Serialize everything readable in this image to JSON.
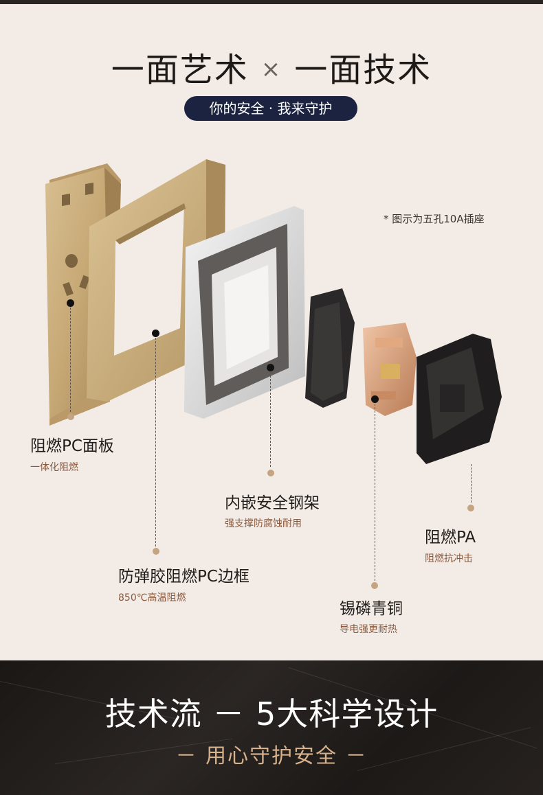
{
  "header": {
    "title_left": "一面艺术",
    "title_sep": "×",
    "title_right": "一面技术",
    "badge": "你的安全 · 我来守护",
    "note": "*   图示为五孔10A插座"
  },
  "parts": [
    {
      "label": "阻燃PC面板",
      "sub": "一体化阻燃"
    },
    {
      "label": "防弹胶阻燃PC边框",
      "sub": "850℃高温阻燃"
    },
    {
      "label": "内嵌安全钢架",
      "sub": "强支撑防腐蚀耐用"
    },
    {
      "label": "锡磷青铜",
      "sub": "导电强更耐热"
    },
    {
      "label": "阻燃PA",
      "sub": "阻燃抗冲击"
    }
  ],
  "footer": {
    "title": "技术流 － 5大科学设计",
    "subtitle": "－  用心守护安全  －"
  },
  "colors": {
    "background": "#f3ece6",
    "badge": "#1c2340",
    "accent_dot": "#c4a481",
    "sub_text": "#8a5a3e",
    "footer_subtitle": "#d8b28d",
    "gold_panel": "#c9ad7c"
  }
}
